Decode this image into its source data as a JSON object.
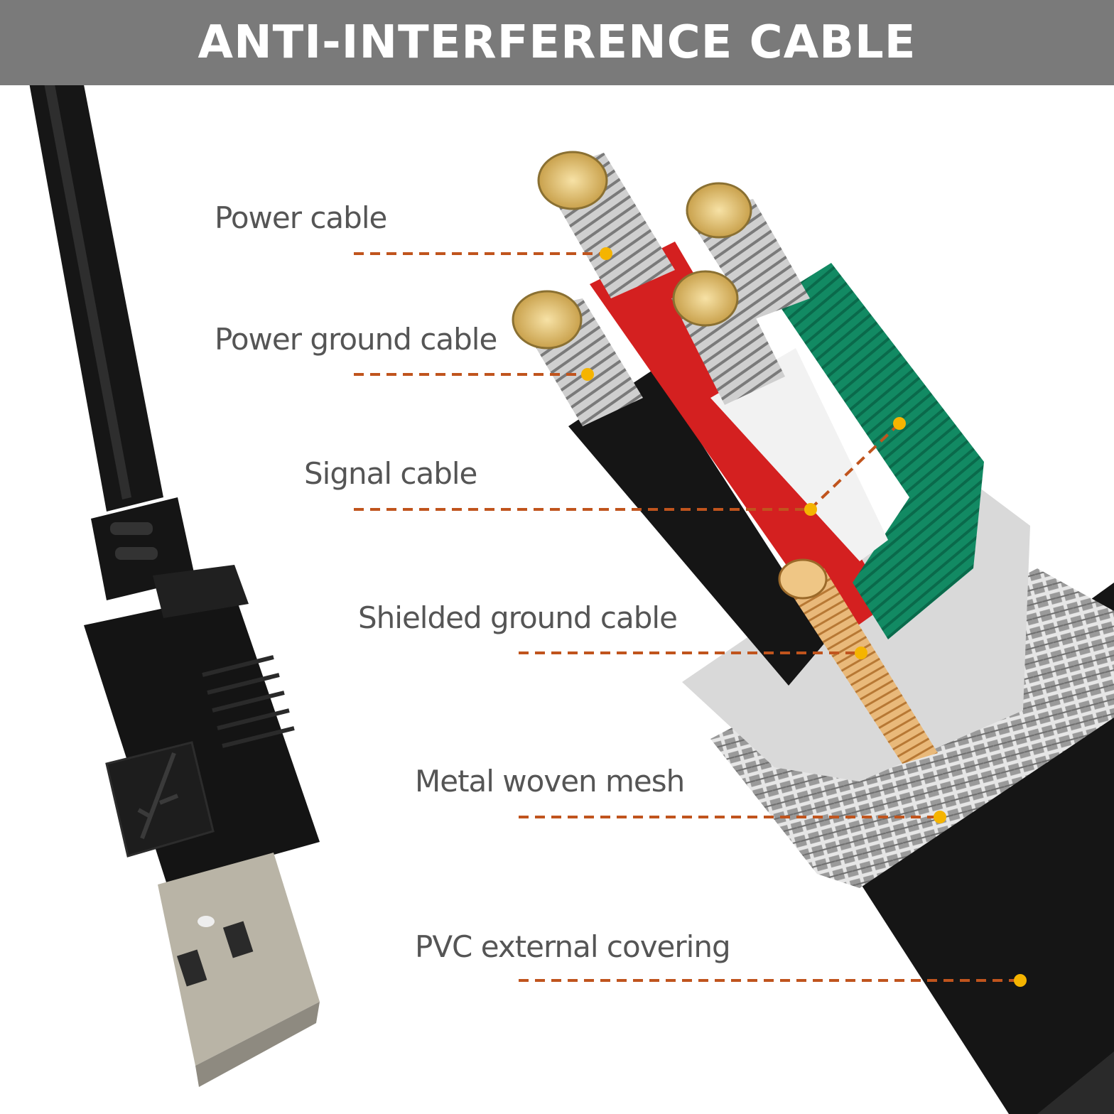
{
  "banner": {
    "title": "ANTI-INTERFERENCE CABLE"
  },
  "labels": [
    {
      "id": "power",
      "text": "Power cable"
    },
    {
      "id": "power-ground",
      "text": "Power ground cable"
    },
    {
      "id": "signal",
      "text": "Signal cable"
    },
    {
      "id": "shielded-ground",
      "text": "Shielded ground cable"
    },
    {
      "id": "mesh",
      "text": "Metal woven mesh"
    },
    {
      "id": "pvc",
      "text": "PVC external covering"
    }
  ],
  "colors": {
    "banner": "#7a7a7a",
    "leader_line": "#c0541d",
    "marker": "#f5b400",
    "label_text": "#555555",
    "wire_red": "#d42020",
    "wire_green": "#0f8a63",
    "wire_white": "#f2f2f2",
    "wire_black": "#151515"
  }
}
